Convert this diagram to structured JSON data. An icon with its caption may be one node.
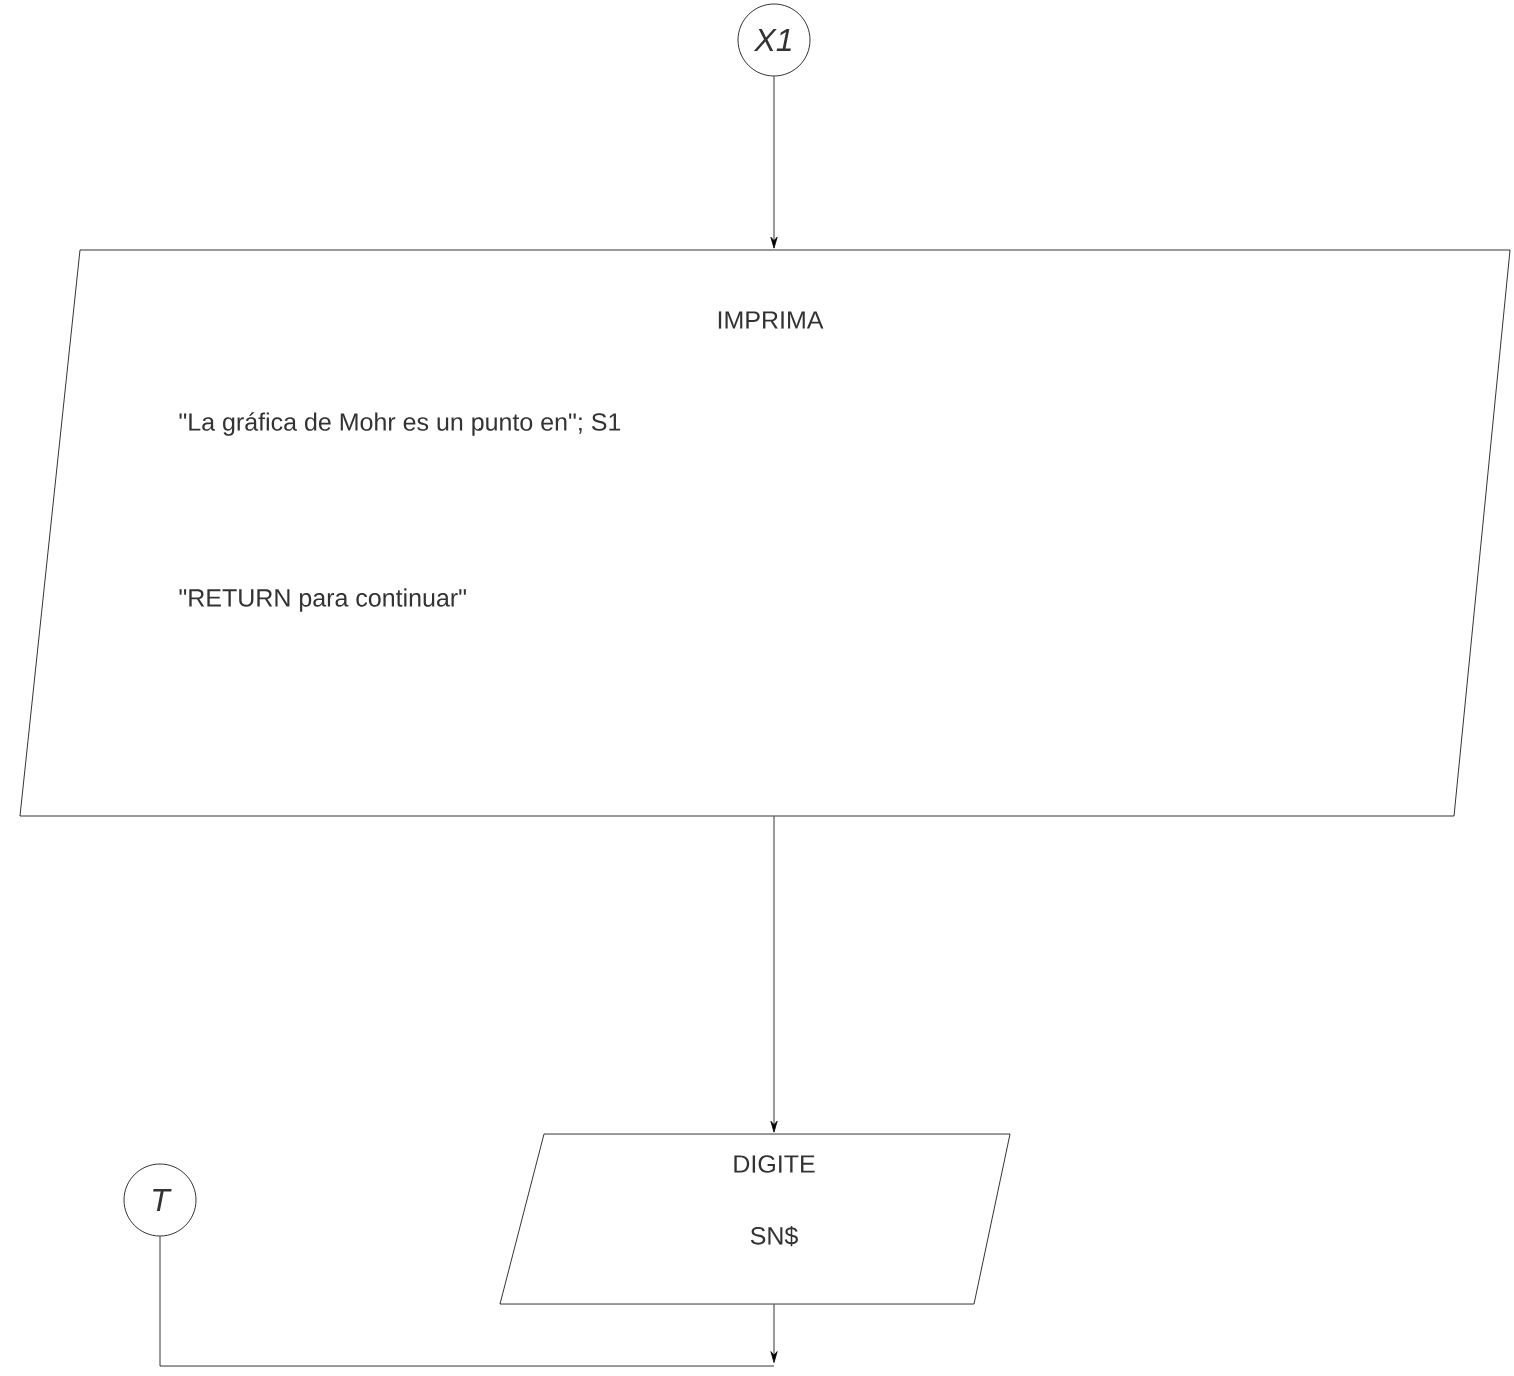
{
  "diagram": {
    "nodes": [
      {
        "text": [
          "X1"
        ]
      },
      {
        "text": [
          "IMPRIMA",
          "\"La gráfica de Mohr es un punto en\"; S1",
          "\"RETURN para continuar\""
        ]
      },
      {
        "text": [
          "DIGITE",
          "SN$"
        ]
      },
      {
        "text": [
          "T"
        ]
      }
    ],
    "edges": [
      {
        "from": 0,
        "to": 1,
        "arrow": "to"
      },
      {
        "from": 1,
        "to": 2,
        "arrow": "to"
      },
      {
        "from": 2,
        "to": null,
        "arrow": "to"
      },
      {
        "from": 3,
        "to": null,
        "arrow": "none"
      }
    ]
  }
}
